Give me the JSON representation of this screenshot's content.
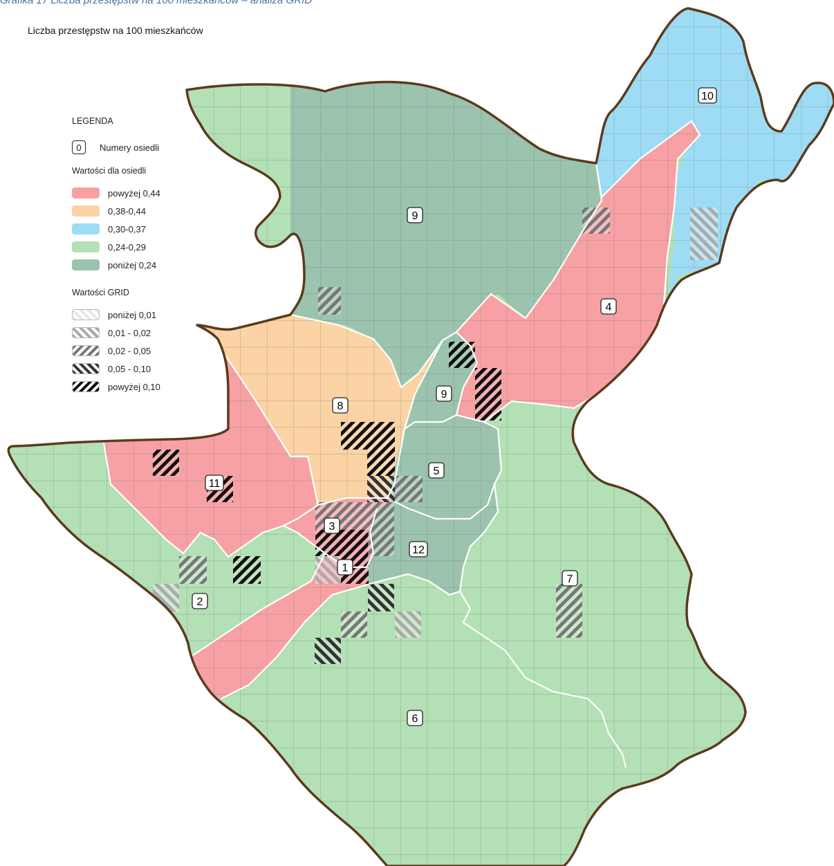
{
  "caption": "Grafika 17 Liczba przestępstw na 100 mieszkańców – analiza GRID",
  "map_title": "Liczba przestępstw na 100 mieszkańców",
  "legend": {
    "heading": "LEGENDA",
    "number_sample": "0",
    "number_label": "Numery osiedli",
    "settlement_heading": "Wartości dla osiedli",
    "settlement_classes": [
      {
        "label": "powyżej 0,44",
        "color": "#f7a1a5"
      },
      {
        "label": "0,38-0,44",
        "color": "#fbd3a4"
      },
      {
        "label": "0,30-0,37",
        "color": "#9ddcf4"
      },
      {
        "label": "0,24-0,29",
        "color": "#b3e0b5"
      },
      {
        "label": "poniżej 0,24",
        "color": "#9bc3ad"
      }
    ],
    "grid_heading": "Wartości GRID",
    "grid_classes": [
      {
        "label": "poniżej 0,01",
        "stripe": "#e8e8e8"
      },
      {
        "label": "0,01 - 0,02",
        "stripe": "#aaaaaa"
      },
      {
        "label": "0,02 - 0,05",
        "stripe": "#777777"
      },
      {
        "label": "0,05 - 0,10",
        "stripe": "#333333"
      },
      {
        "label": "powyżej 0,10",
        "stripe": "#111111"
      }
    ]
  },
  "settlement_labels": [
    "10",
    "9",
    "4",
    "9",
    "8",
    "5",
    "11",
    "3",
    "12",
    "1",
    "7",
    "2",
    "6"
  ],
  "colors": {
    "border": "#5b3a1e",
    "grid": "#6e7a72",
    "inner_border": "#ffffff"
  }
}
